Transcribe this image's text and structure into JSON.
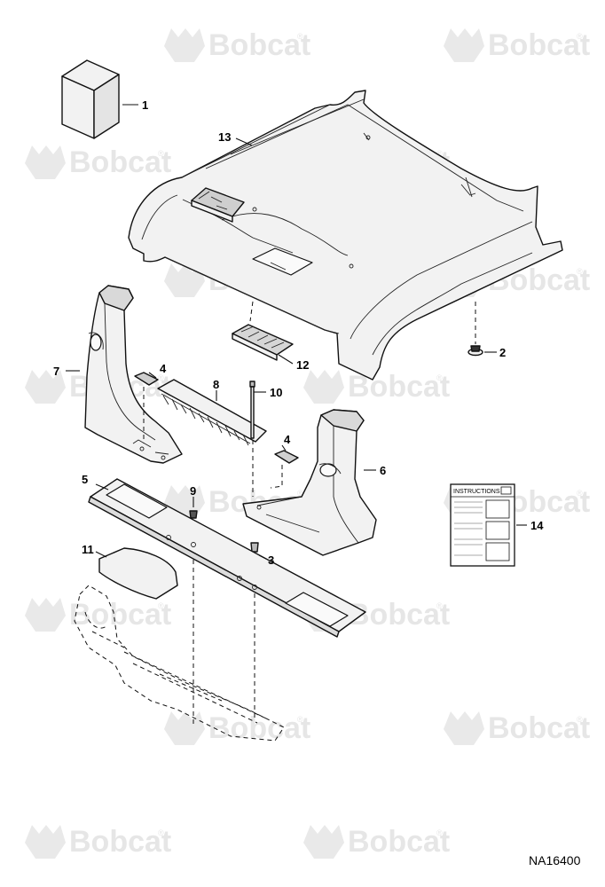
{
  "watermark": {
    "brand": "Bobcat",
    "reg": "®"
  },
  "figure_code": "NA16400",
  "instructions_label": "INSTRUCTIONS",
  "callouts": {
    "p1": "1",
    "p2": "2",
    "p3": "3",
    "p4a": "4",
    "p4b": "4",
    "p5": "5",
    "p6": "6",
    "p7": "7",
    "p8": "8",
    "p9": "9",
    "p10": "10",
    "p11": "11",
    "p12": "12",
    "p13": "13",
    "p14": "14"
  }
}
